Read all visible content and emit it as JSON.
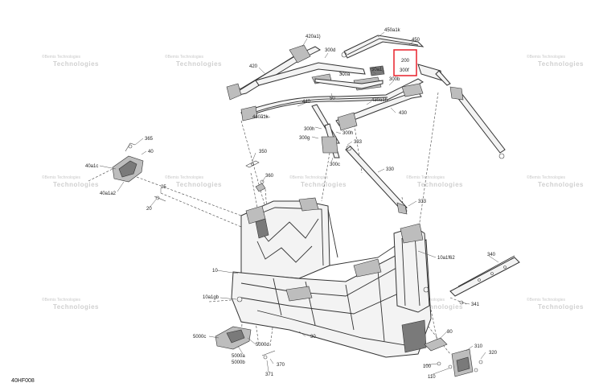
{
  "drawing_code": "40HF008",
  "highlight_color": "#e8202a",
  "watermark_line1": "©Bemis Technologies",
  "watermark_line2": "Technologies",
  "callouts": {
    "c420a1": "420a1)",
    "c300d": "300d",
    "c420": "420",
    "c450a1k": "450a1k",
    "c450": "450",
    "c200": "200",
    "c300f": "300f",
    "c300a": "300a",
    "c50a1": "50a1)",
    "c300b": "300b",
    "c50": "50",
    "c440": "440",
    "c430a1h": "430a1h",
    "c440a1k": "440a1k",
    "c430": "430",
    "c300h_top": "300h",
    "c300g": "300g",
    "c300h": "300h",
    "c333_top": "333",
    "c300c": "300c",
    "c330": "330",
    "c333": "333",
    "c365": "365",
    "c40": "40",
    "c40a1c": "40a1c",
    "c40a1a2": "40a1a2",
    "c25": "25",
    "c20": "20",
    "c350": "350",
    "c360": "360",
    "c10": "10",
    "c10a1gb": "10a1gb",
    "c10a1f62": "10a1f62",
    "c340": "340",
    "c341": "341",
    "c5000c": "5000c",
    "c5000d": "5000d",
    "c5000a": "5000a",
    "c5000b": "5000b",
    "c30": "30",
    "c370": "370",
    "c371": "371",
    "c80": "80",
    "c310": "310",
    "c320": "320",
    "c100": "100",
    "c110": "110"
  }
}
